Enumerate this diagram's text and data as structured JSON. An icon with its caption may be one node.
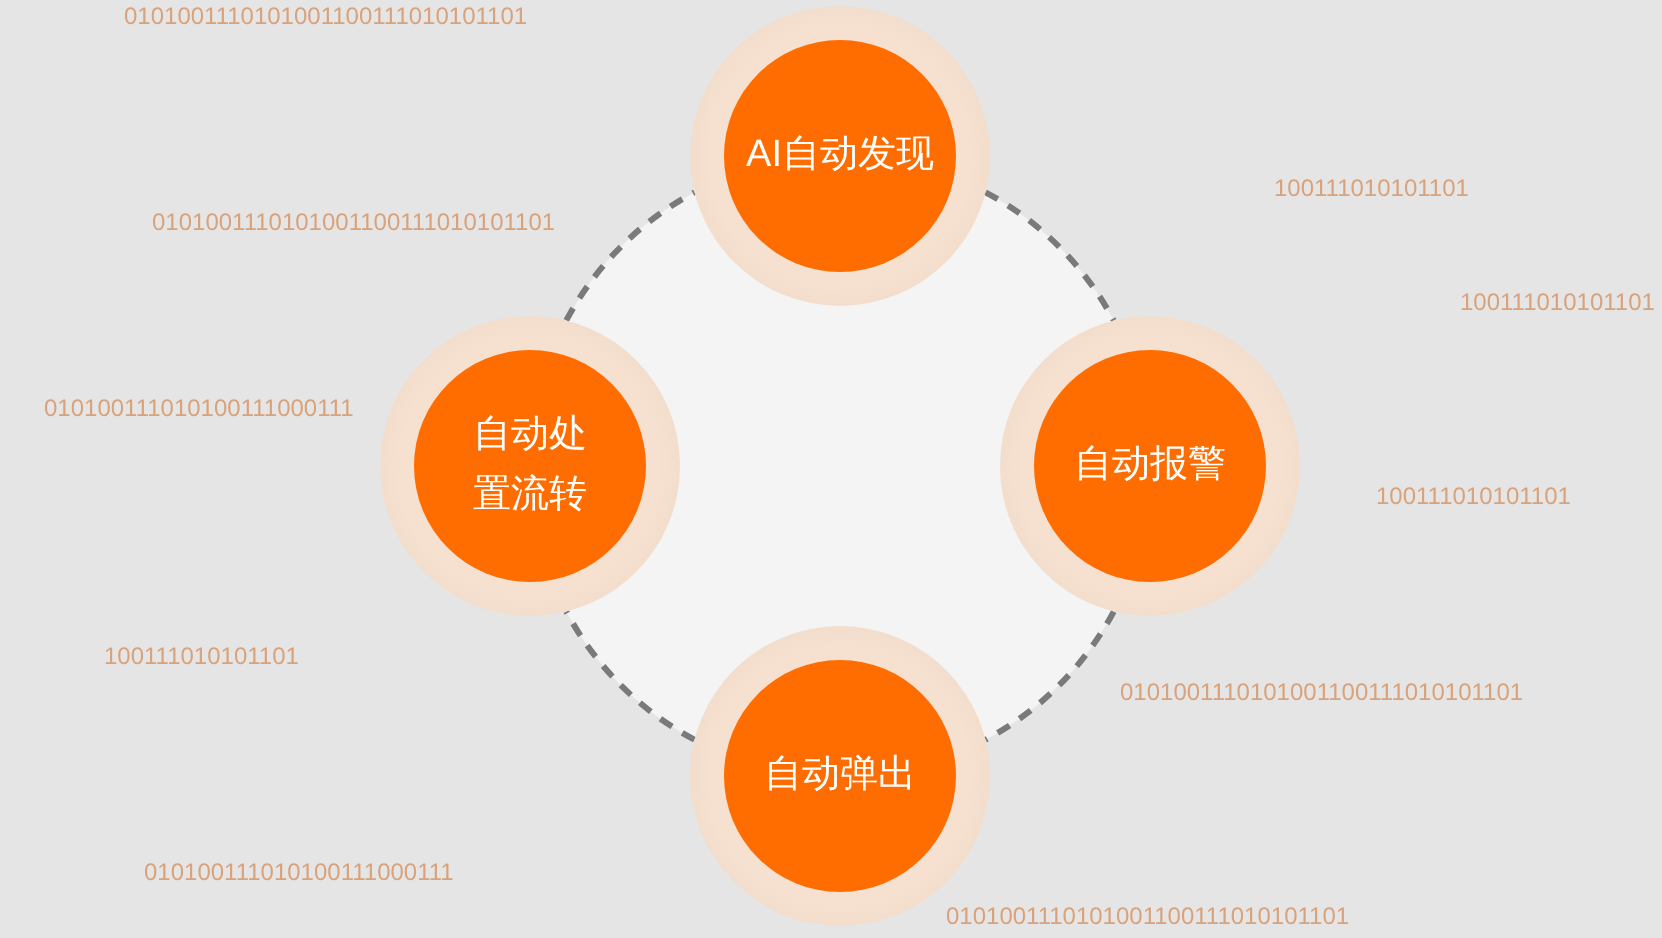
{
  "diagram": {
    "nodes": [
      {
        "text": [
          "AI自动发现"
        ]
      },
      {
        "text": [
          "自动报警"
        ]
      },
      {
        "text": [
          "自动弹出"
        ]
      },
      {
        "text": [
          "自动处置流转"
        ]
      }
    ],
    "edges": [
      {
        "from": 0,
        "to": 1,
        "arrow": "none",
        "style": "dashed"
      },
      {
        "from": 1,
        "to": 2,
        "arrow": "none",
        "style": "dashed"
      },
      {
        "from": 2,
        "to": 3,
        "arrow": "none",
        "style": "dashed"
      },
      {
        "from": 3,
        "to": 0,
        "arrow": "none",
        "style": "dashed"
      }
    ],
    "labels": [
      "0101001110101001100111010101101",
      "0101001110101001100111010101101",
      "100111010101101",
      "100111010101101",
      "010100111010100111000111",
      "100111010101101",
      "100111010101101",
      "0101001110101001100111010101101",
      "010100111010100111000111",
      "0101001110101001100111010101101"
    ]
  }
}
